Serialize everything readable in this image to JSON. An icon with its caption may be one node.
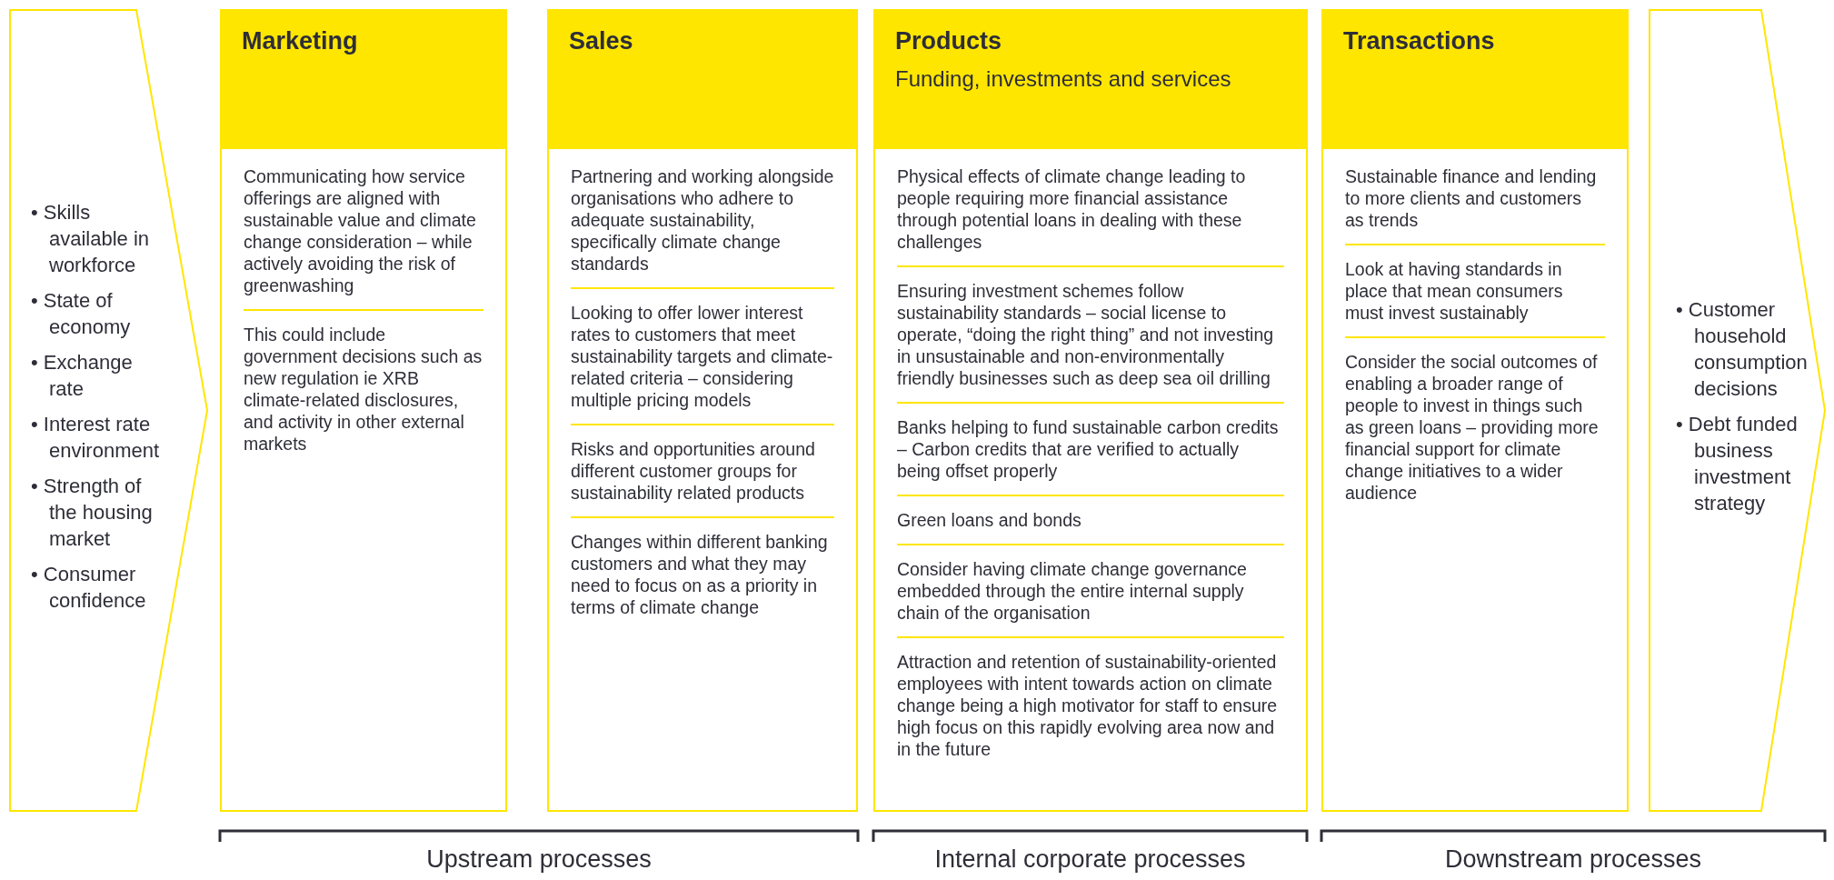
{
  "diagram": {
    "nodes": [
      {
        "text": [
          "• Skills available in workforce",
          "• State of economy",
          "• Exchange rate",
          "• Interest rate environment",
          "• Strength of the housing market",
          "• Consumer confidence"
        ]
      },
      {
        "text": [
          "Marketing",
          "Communicating how service offerings are aligned with sustainable value and climate change consideration – while actively avoiding the risk of greenwashing",
          "This could include government decisions such as new regulation ie XRB climate-related disclosures, and activity in other external markets"
        ]
      },
      {
        "text": [
          "Sales",
          "Partnering and working alongside organisations who adhere to adequate sustainability, specifically climate change standards",
          "Looking to offer lower interest rates to customers that meet sustainability targets and climate-related criteria – considering multiple pricing models",
          "Risks and opportunities around different customer groups for sustainability related products",
          "Changes within different banking customers and what they may need to focus on as a priority in terms of climate change"
        ]
      },
      {
        "text": [
          "Products",
          "Funding, investments and services",
          "Physical effects of climate change leading to people requiring more financial assistance through potential loans in dealing with these challenges",
          "Ensuring investment schemes follow sustainability standards – social license to operate, “doing the right thing” and not investing in unsustainable and non-environmentally friendly businesses such as deep sea oil drilling",
          "Banks helping to fund sustainable carbon credits – Carbon credits that are verified to actually being offset properly",
          "Green loans and bonds",
          "Consider having climate change governance embedded through the entire internal supply chain of the organisation",
          "Attraction and retention of sustainability-oriented employees with intent towards action on climate change being a high motivator for staff to ensure high focus on this rapidly evolving area now and in the future"
        ]
      },
      {
        "text": [
          "Transactions",
          "Sustainable finance and lending to more clients and customers as trends",
          "Look at having standards in place that mean consumers must invest sustainably",
          "Consider the social outcomes of enabling a broader range of people to invest in things such as green loans – providing more financial support for climate change initiatives to a wider audience"
        ]
      },
      {
        "text": [
          "• Customer household consumption decisions",
          "• Debt funded business investment strategy"
        ]
      }
    ],
    "labels": [
      "Upstream processes",
      "Internal corporate processes",
      "Downstream processes"
    ]
  }
}
